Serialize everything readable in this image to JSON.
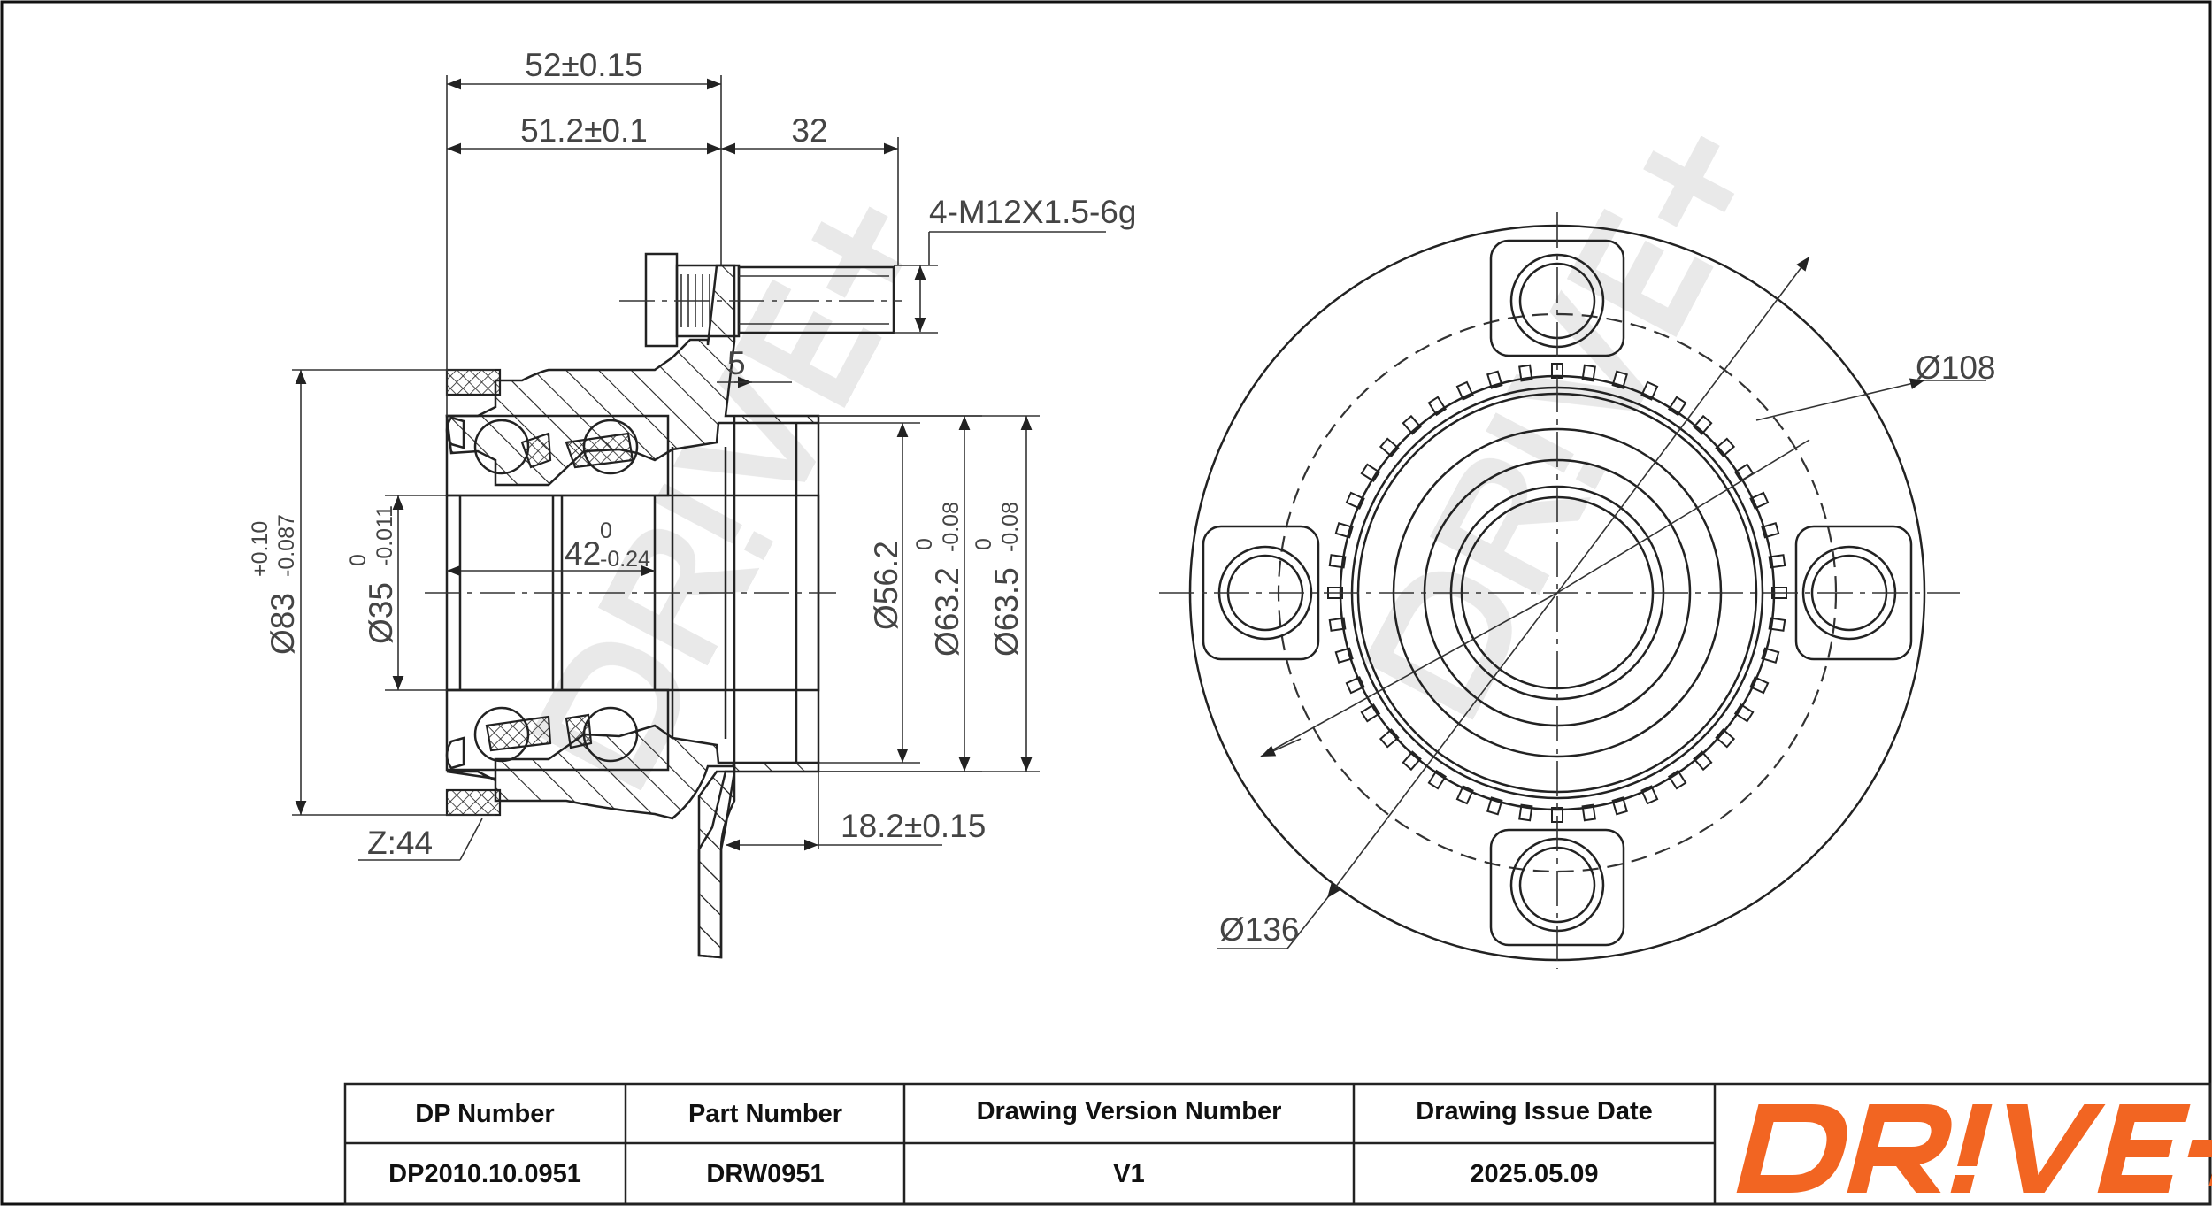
{
  "dimensions": {
    "width_52": "52±0.15",
    "width_51_2": "51.2±0.1",
    "width_32": "32",
    "thread": "4-M12X1.5-6g",
    "dim_5": "5",
    "bore_42_main": "42",
    "bore_42_tol_up": "0",
    "bore_42_tol_low": "-0.24",
    "dia_56_2": "Ø56.2",
    "dia_63_2_main": "Ø63.2",
    "dia_63_2_tol_up": "0",
    "dia_63_2_tol_low": "-0.08",
    "dia_63_5_main": "Ø63.5",
    "dia_63_5_tol_up": "0",
    "dia_63_5_tol_low": "-0.08",
    "dia_83_main": "Ø83",
    "dia_83_tol_up": "+0.10",
    "dia_83_tol_low": "-0.087",
    "dia_35_main": "Ø35",
    "dia_35_tol_up": "0",
    "dia_35_tol_low": "-0.011",
    "teeth": "Z:44",
    "width_18_2": "18.2±0.15",
    "dia_108": "Ø108",
    "dia_136": "Ø136"
  },
  "title_block": {
    "headers": [
      "DP Number",
      "Part Number",
      "Drawing Version Number",
      "Drawing Issue Date"
    ],
    "values": [
      "DP2010.10.0951",
      "DRW0951",
      "V1",
      "2025.05.09"
    ],
    "logo_text": "DR!VE+"
  },
  "colors": {
    "logo": "#f26522",
    "watermark": "#d9d9d9",
    "line": "#222222"
  },
  "icons": {
    "logo": "drive-plus-logo",
    "watermark": "drive-watermark"
  }
}
